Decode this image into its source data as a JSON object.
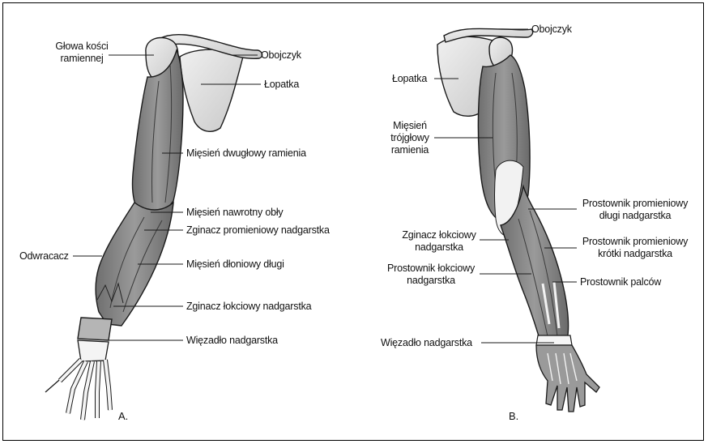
{
  "panel_a": {
    "letter": "A.",
    "labels": {
      "head_of_humerus_1": "Głowa kości",
      "head_of_humerus_2": "ramiennej",
      "clavicle": "Obojczyk",
      "scapula": "Łopatka",
      "biceps": "Mięsień dwugłowy ramienia",
      "pronator_teres": "Mięsień nawrotny obły",
      "flexor_carpi_radialis": "Zginacz promieniowy nadgarstka",
      "supinator": "Odwracacz",
      "palmaris_longus": "Mięsień dłoniowy długi",
      "flexor_carpi_ulnaris": "Zginacz łokciowy nadgarstka",
      "carpal_ligament": "Więzadło nadgarstka"
    }
  },
  "panel_b": {
    "letter": "B.",
    "labels": {
      "clavicle": "Obojczyk",
      "scapula": "Łopatka",
      "triceps_1": "Mięsień",
      "triceps_2": "trójgłowy",
      "triceps_3": "ramienia",
      "ecr_longus_1": "Prostownik promieniowy",
      "ecr_longus_2": "długi nadgarstka",
      "fcu_1": "Zginacz łokciowy",
      "fcu_2": "nadgarstka",
      "ecr_brevis_1": "Prostownik promieniowy",
      "ecr_brevis_2": "krótki nadgarstka",
      "ecu_1": "Prostownik łokciowy",
      "ecu_2": "nadgarstka",
      "ext_digitorum": "Prostownik palców",
      "carpal_ligament": "Więzadło nadgarstka"
    }
  },
  "colors": {
    "muscle": "#8c8c8c",
    "muscle_dark": "#5a5a5a",
    "bone": "#dcdcdc",
    "outline": "#1a1a1a",
    "tendon": "#f2f2f2"
  }
}
